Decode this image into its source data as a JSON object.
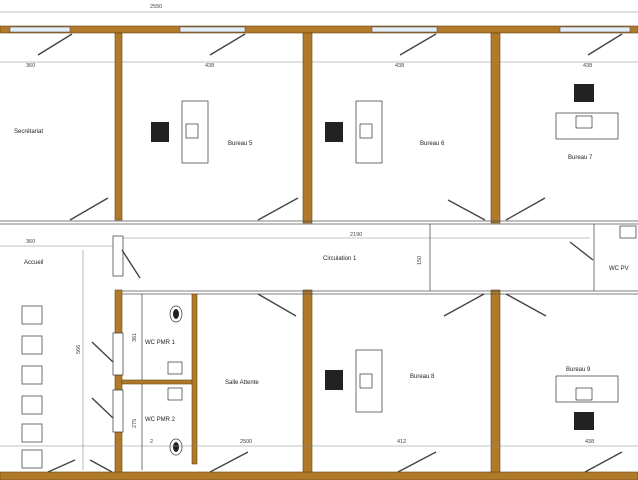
{
  "rooms": {
    "secretariat": "Secrétariat",
    "bureau5": "Bureau 5",
    "bureau6": "Bureau 6",
    "bureau7": "Bureau 7",
    "circulation": "Circulation 1",
    "accueil": "Accueil",
    "wc_pmr_1": "WC PMR 1",
    "wc_pmr_2": "WC PMR 2",
    "salle_attente": "Salle Attente",
    "bureau8": "Bureau 8",
    "bureau9": "Bureau 9",
    "wc_pv": "WC PV"
  },
  "dimensions": {
    "overall_width": "2550",
    "top_1": "360",
    "top_2": "438",
    "top_3": "438",
    "top_4": "438",
    "corridor_length": "2190",
    "corridor_height": "150",
    "accueil_width": "360",
    "accueil_depth": "566",
    "wc1": "361",
    "wc2": "275",
    "salle_attente_width": "2500",
    "bureau8_width": "412",
    "bureau9_width": "438",
    "bottom_small": "2"
  },
  "icons": [
    "desk-icon",
    "chair-icon",
    "door-swing-icon",
    "toilet-icon",
    "sink-icon",
    "window-icon",
    "waiting-chair-icon"
  ]
}
